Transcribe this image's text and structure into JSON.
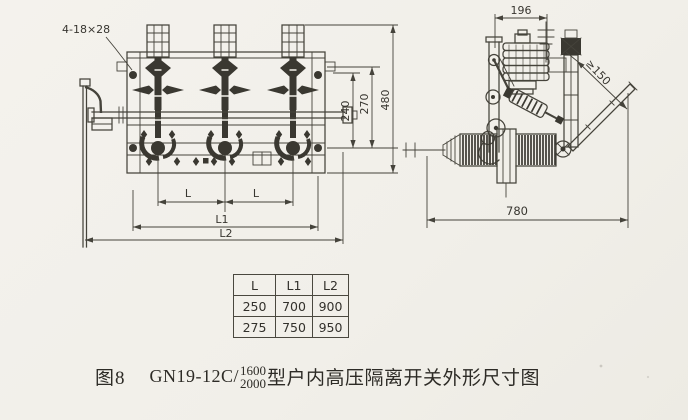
{
  "drawing": {
    "front": {
      "bolt_note": "4-18×28",
      "dim_240": "240",
      "dim_270": "270",
      "dim_480": "480",
      "dim_L_a": "L",
      "dim_L_b": "L",
      "dim_L1": "L1",
      "dim_L2": "L2"
    },
    "side": {
      "dim_196": "196",
      "dim_min150": "≥150",
      "dim_780": "780"
    }
  },
  "table": {
    "headers": [
      "L",
      "L1",
      "L2"
    ],
    "rows": [
      [
        "250",
        "700",
        "900"
      ],
      [
        "275",
        "750",
        "950"
      ]
    ]
  },
  "caption": {
    "fig": "图8",
    "model": "GN19-12C/",
    "frac_top": "1600",
    "frac_bottom": "2000",
    "suffix": "型户内高压隔离开关外形尺寸图"
  },
  "colors": {
    "paper": "#f1efe9",
    "ink": "#45433b",
    "dark_fill": "#3a3831"
  }
}
